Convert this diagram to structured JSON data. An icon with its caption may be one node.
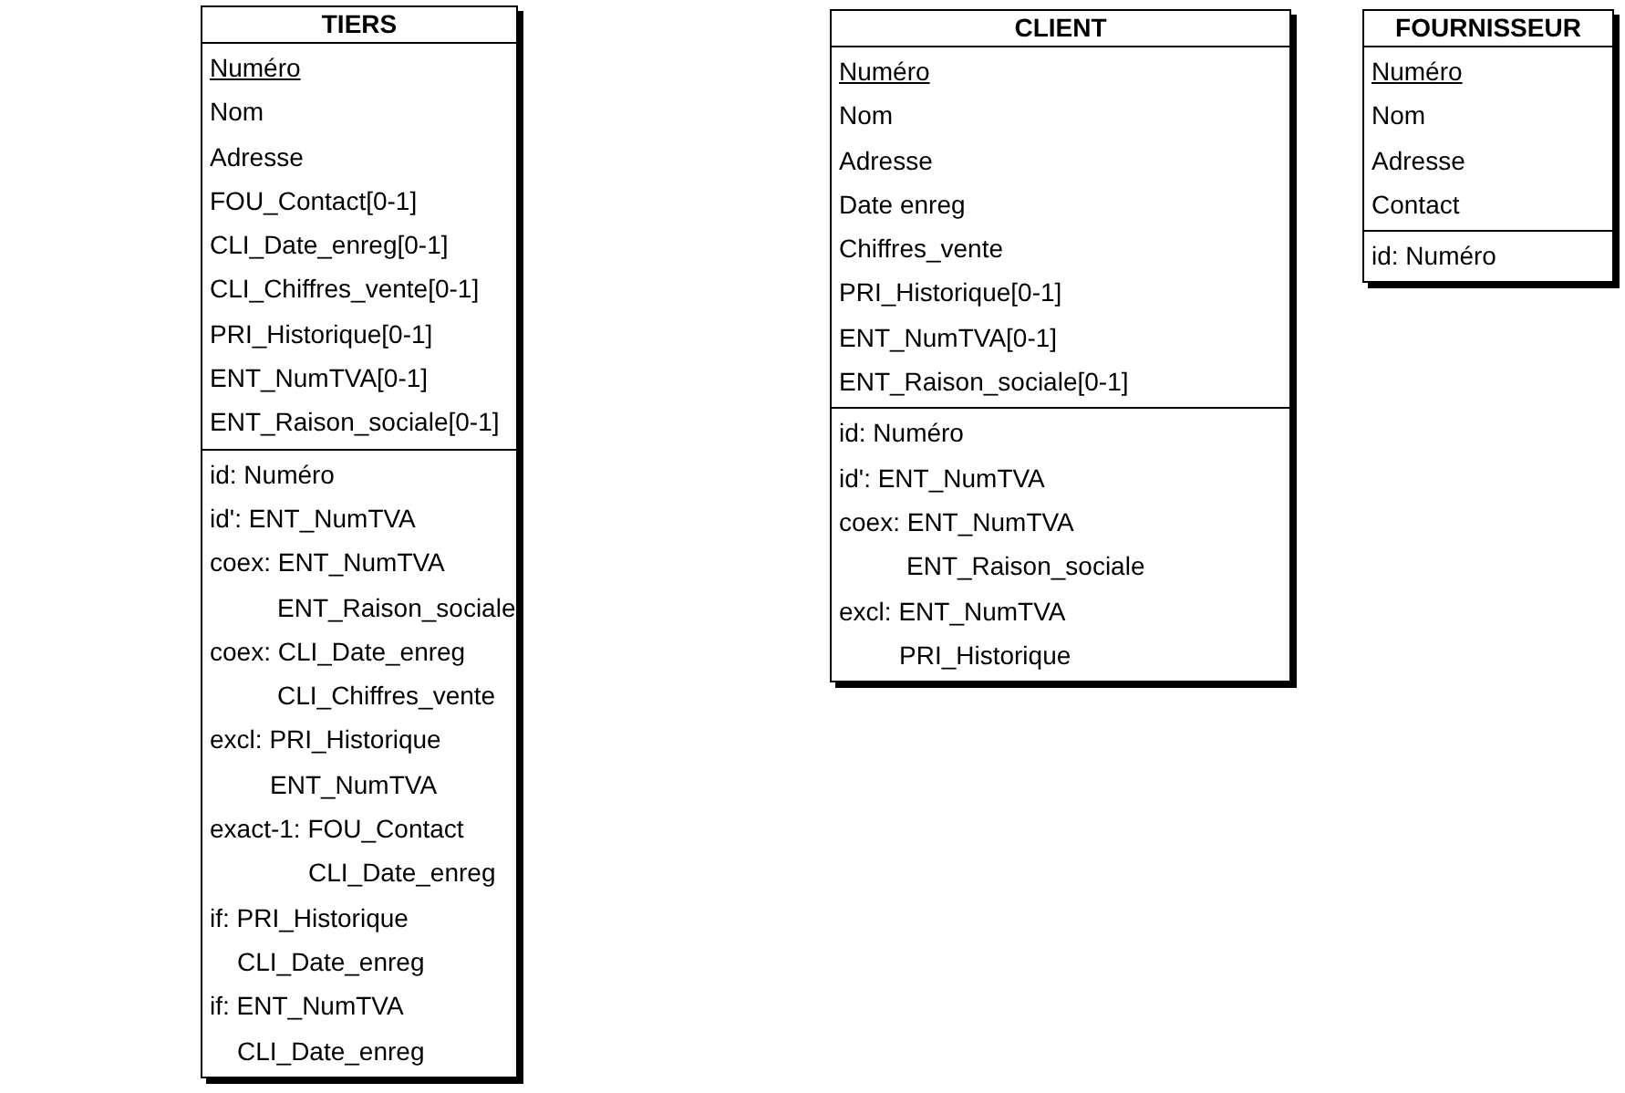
{
  "diagram": {
    "nodes": [
      {
        "text": [
          "TIERS"
        ]
      },
      {
        "text": [
          "Numéro",
          "Nom",
          "Adresse",
          "FOU_Contact[0-1]",
          "CLI_Date_enreg[0-1]",
          "CLI_Chiffres_vente[0-1]",
          "PRI_Historique[0-1]",
          "ENT_NumTVA[0-1]",
          "ENT_Raison_sociale[0-1]"
        ],
        "in": 0
      },
      {
        "text": [
          "id: Numéro",
          "id': ENT_NumTVA",
          "coex: ENT_NumTVA ENT_Raison_sociale",
          "coex: CLI_Date_enreg CLI_Chiffres_vente",
          "excl: PRI_Historique ENT_NumTVA",
          "exact-1: FOU_Contact CLI_Date_enreg",
          "if: PRI_Historique CLI_Date_enreg",
          "if: ENT_NumTVA CLI_Date_enreg"
        ],
        "in": 0
      },
      {
        "text": [
          "CLIENT"
        ]
      },
      {
        "text": [
          "Numéro",
          "Nom",
          "Adresse",
          "Date enreg",
          "Chiffres_vente",
          "PRI_Historique[0-1]",
          "ENT_NumTVA[0-1]",
          "ENT_Raison_sociale[0-1]"
        ],
        "in": 3
      },
      {
        "text": [
          "id: Numéro",
          "id': ENT_NumTVA",
          "coex: ENT_NumTVA ENT_Raison_sociale",
          "excl: ENT_NumTVA PRI_Historique"
        ],
        "in": 3
      },
      {
        "text": [
          "FOURNISSEUR"
        ]
      },
      {
        "text": [
          "Numéro",
          "Nom",
          "Adresse",
          "Contact"
        ],
        "in": 6
      },
      {
        "text": [
          "id: Numéro"
        ],
        "in": 6
      }
    ]
  }
}
